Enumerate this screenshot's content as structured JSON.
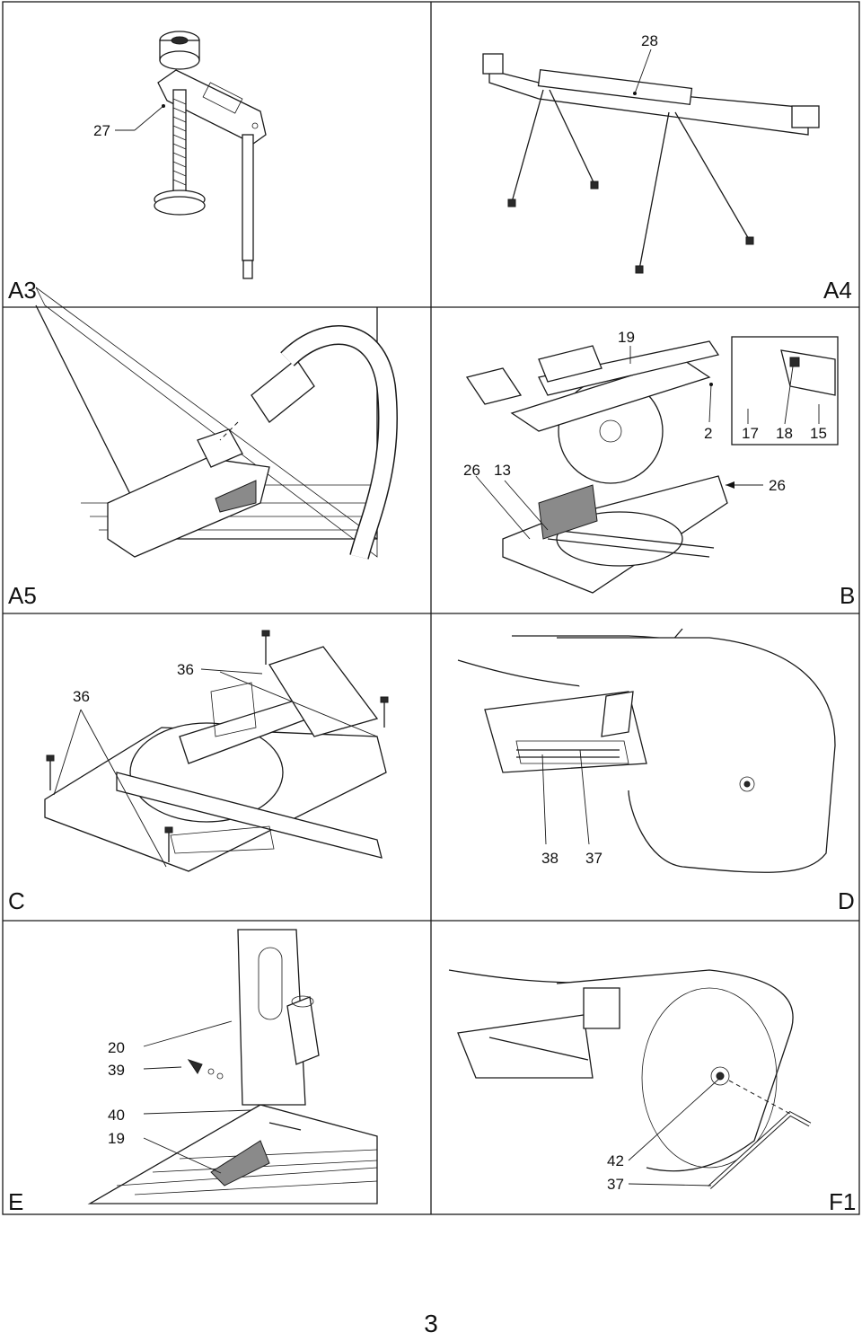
{
  "page": {
    "number": "3"
  },
  "panels": {
    "a3": {
      "label": "A3",
      "callouts": [
        "27"
      ]
    },
    "a4": {
      "label": "A4",
      "callouts": [
        "28"
      ]
    },
    "a5": {
      "label": "A5",
      "callouts": []
    },
    "b": {
      "label": "B",
      "callouts": [
        "19",
        "2",
        "17",
        "18",
        "15",
        "26",
        "13",
        "26"
      ]
    },
    "c": {
      "label": "C",
      "callouts": [
        "36",
        "36"
      ]
    },
    "d": {
      "label": "D",
      "callouts": [
        "38",
        "37"
      ]
    },
    "e": {
      "label": "E",
      "callouts": [
        "20",
        "39",
        "40",
        "19"
      ]
    },
    "f1": {
      "label": "F1",
      "callouts": [
        "42",
        "37"
      ]
    }
  }
}
